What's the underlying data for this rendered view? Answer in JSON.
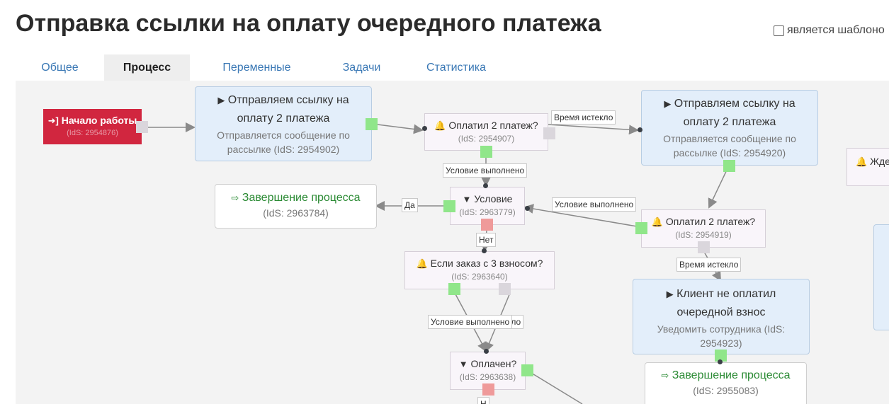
{
  "header": {
    "title": "Отправка ссылки на оплату очередного платежа",
    "template_checkbox_label": "является шаблоно"
  },
  "tabs": [
    {
      "label": "Общее",
      "active": false
    },
    {
      "label": "Процесс",
      "active": true
    },
    {
      "label": "Переменные",
      "active": false
    },
    {
      "label": "Задачи",
      "active": false
    },
    {
      "label": "Статистика",
      "active": false
    }
  ],
  "colors": {
    "start_node": "#d1263f",
    "action_node": "#e3eefa",
    "wait_node": "#f9f5fa",
    "port_success": "#90e68a",
    "port_neutral": "#dad6dc",
    "port_fail": "#ef9a9a",
    "end_text": "#2a8a33",
    "tab_link": "#3a78b5"
  },
  "nodes": {
    "start": {
      "title": "Начало работы",
      "id": "(IdS: 2954876)",
      "icon": "sign-in-icon"
    },
    "send1": {
      "title": "Отправляем ссылку на оплату 2 платежа",
      "subtitle": "Отправляется сообщение по рассылке (IdS: 2954902)",
      "icon": "play-icon"
    },
    "paid1": {
      "title": "Оплатил 2 платеж?",
      "id": "(IdS: 2954907)",
      "icon": "bell-icon"
    },
    "send2": {
      "title": "Отправляем ссылку на оплату 2 платежа",
      "subtitle": "Отправляется сообщение по рассылке (IdS: 2954920)",
      "icon": "play-icon"
    },
    "wait_partial": {
      "title": "Жде",
      "icon": "bell-icon"
    },
    "end1": {
      "title": "Завершение процесса",
      "id": "(IdS: 2963784)",
      "icon": "sign-out-icon"
    },
    "cond1": {
      "title": "Условие",
      "id": "(IdS: 2963779)",
      "icon": "filter-icon"
    },
    "paid2": {
      "title": "Оплатил 2 платеж?",
      "id": "(IdS: 2954919)",
      "icon": "bell-icon"
    },
    "order3": {
      "title": "Если заказ с 3 взносом?",
      "id": "(IdS: 2963640)",
      "icon": "bell-icon"
    },
    "notpaid": {
      "title": "Клиент не оплатил очередной взнос",
      "subtitle": "Уведомить сотрудника (IdS: 2954923)",
      "icon": "play-icon"
    },
    "cond2": {
      "title": "Оплачен?",
      "id": "(IdS: 2963638)",
      "icon": "filter-icon"
    },
    "end2": {
      "title": "Завершение процесса",
      "id": "(IdS: 2955083)",
      "icon": "sign-out-icon"
    }
  },
  "edge_labels": {
    "timeout1": "Время истекло",
    "cond_met1": "Условие выполнено",
    "cond_met2": "Условие выполнено",
    "yes": "Да",
    "no1": "Нет",
    "timeout2": "Время истекло",
    "cond_met3": "Условие выполнено",
    "timeout_partial": "кло",
    "no_partial": "Н"
  }
}
